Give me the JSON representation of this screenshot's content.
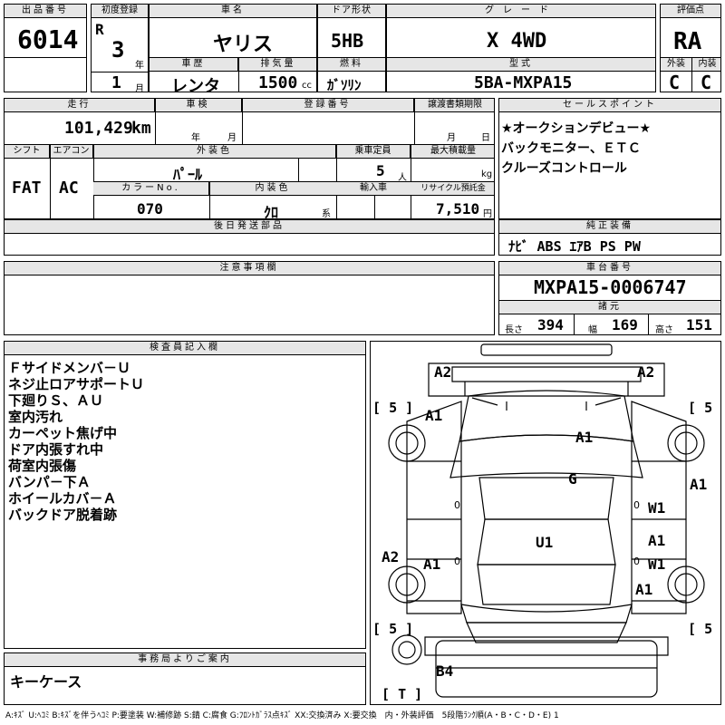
{
  "lot": {
    "label": "出品番号",
    "value": "6014"
  },
  "first_reg": {
    "label": "初度登録",
    "era": "R",
    "year": "3",
    "year_unit": "年",
    "month": "1",
    "month_unit": "月"
  },
  "car_name": {
    "label": "車名",
    "value": "ヤリス"
  },
  "door": {
    "label": "ドア形状",
    "value": "5HB"
  },
  "grade": {
    "label": "グレード",
    "value": "X 4WD"
  },
  "score": {
    "label": "評価点",
    "value": "RA"
  },
  "history": {
    "label": "車歴",
    "value": "レンタ"
  },
  "displacement": {
    "label": "排気量",
    "value": "1500",
    "unit": "cc"
  },
  "fuel": {
    "label": "燃料",
    "value": "ｶﾞｿﾘﾝ"
  },
  "model_code": {
    "label": "型式",
    "value": "5BA-MXPA15"
  },
  "exterior": {
    "label": "外装",
    "value": "C"
  },
  "interior": {
    "label": "内装",
    "value": "C"
  },
  "mileage": {
    "label": "走行",
    "value": "101,429",
    "unit": "km"
  },
  "inspection": {
    "label": "車検",
    "year_unit": "年",
    "month_unit": "月"
  },
  "registration_no": {
    "label": "登録番号"
  },
  "transfer_doc": {
    "label": "譲渡書類期限",
    "month_unit": "月",
    "day_unit": "日"
  },
  "shift": {
    "label": "シフト",
    "value": "FAT"
  },
  "aircon": {
    "label": "エアコン",
    "value": "AC"
  },
  "ext_color": {
    "label": "外装色",
    "value": "ﾊﾟｰﾙ"
  },
  "capacity": {
    "label": "乗車定員",
    "value": "5",
    "unit": "人"
  },
  "max_load": {
    "label": "最大積載量",
    "unit": "kg"
  },
  "color_no": {
    "label": "カラーNo.",
    "value": "070"
  },
  "int_color": {
    "label": "内装色",
    "value": "ｸﾛ",
    "unit": "系"
  },
  "import": {
    "label": "輸入車"
  },
  "recycle": {
    "label": "リサイクル預託金",
    "value": "7,510",
    "unit": "円"
  },
  "later_parts": {
    "label": "後日発送部品"
  },
  "notes": {
    "label": "注意事項欄"
  },
  "sales_point": {
    "label": "セールスポイント",
    "lines": [
      "★オークションデビュー★",
      "バックモニター、ＥＴＣ",
      "クルーズコントロール"
    ]
  },
  "equipment": {
    "label": "純正装備",
    "value": "ﾅﾋﾞ ABS ｴｱB PS PW"
  },
  "chassis": {
    "label": "車台番号",
    "value": "MXPA15-0006747"
  },
  "specs": {
    "label": "諸元",
    "length_label": "長さ",
    "length": "394",
    "width_label": "幅",
    "width": "169",
    "height_label": "高さ",
    "height": "151"
  },
  "inspector": {
    "label": "検査員記入欄",
    "lines": [
      "Ｆサイドメンバ－Ｕ",
      "ネジ止ロアサポートＵ",
      "下廻りＳ、ＡＵ",
      "室内汚れ",
      "カーペット焦げ中",
      "ドア内張すれ中",
      "荷室内張傷",
      "バンパ－下Ａ",
      "ホイールカバ－Ａ",
      "バックドア脱着跡"
    ]
  },
  "office": {
    "label": "事務局よりご案内",
    "value": "キーケース"
  },
  "diagram": {
    "marks": {
      "a2_tl": "A2",
      "a2_tr": "A2",
      "a1_fl": "A1",
      "a1_hood": "A1",
      "g_glass": "G",
      "a1_right": "A1",
      "w1_upper": "W1",
      "u1_floor": "U1",
      "a2_left": "A2",
      "a1_rl": "A1",
      "a1_rr_upper": "A1",
      "w1_lower": "W1",
      "a1_rr": "A1",
      "b4_rear": "B4"
    },
    "tires": {
      "fl": "5",
      "fr": "5",
      "rl": "5",
      "rr": "5",
      "spare": "T"
    },
    "zero_left": "0",
    "zero_right": "0",
    "zero_left2": "0",
    "zero_right2": "0"
  },
  "legend": "A:ｷｽﾞ U:ﾍｺﾐ B:ｷｽﾞを伴うﾍｺﾐ P:要塗装 W:補修跡 S:錆 C:腐食 G:ﾌﾛﾝﾄｶﾞﾗｽ点ｷｽﾞ XX:交換済み X:要交換　内・外装評価　5段階ﾗﾝｸ順(A・B・C・D・E) 1"
}
